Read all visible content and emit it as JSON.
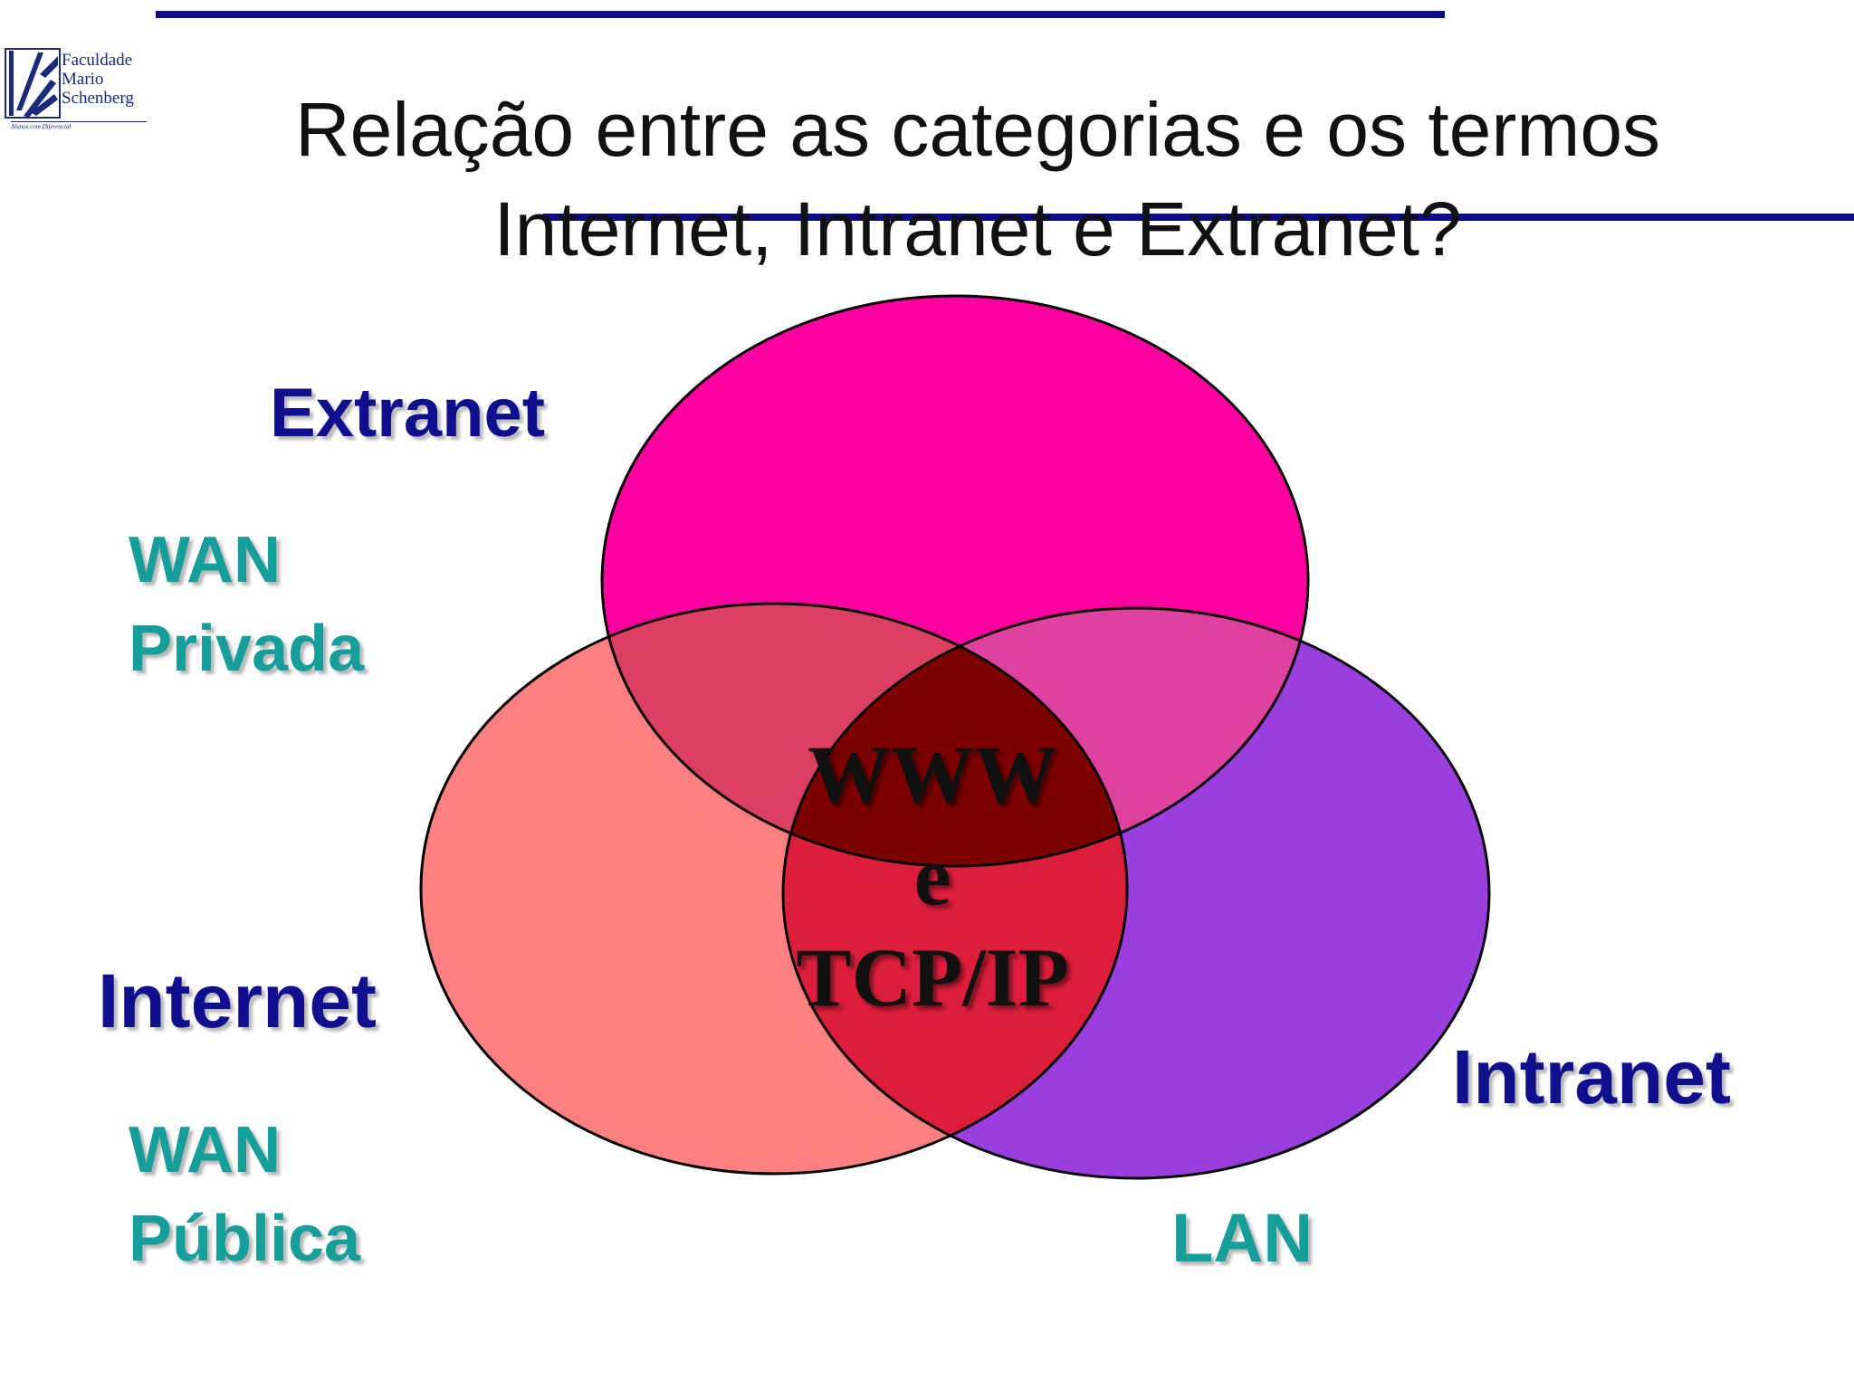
{
  "logo": {
    "lines": [
      "Faculdade",
      "Mario",
      "Schenberg"
    ],
    "tagline": "Alunos com Diferencial"
  },
  "title": {
    "line1": "Relação entre as categorias e os termos",
    "line2": "Internet, Intranet e Extranet?"
  },
  "labels": {
    "extranet": "Extranet",
    "wan_privada_1": "WAN",
    "wan_privada_2": "Privada",
    "internet": "Internet",
    "wan_publica_1": "WAN",
    "wan_publica_2": "Pública",
    "intranet": "Intranet",
    "lan": "LAN"
  },
  "center": {
    "line1": "WWW",
    "line2": "e",
    "line3": "TCP/IP"
  },
  "colors": {
    "extranet_circle": "#ff00a0",
    "internet_circle": "#ff8080",
    "intranet_circle": "#9b3ee0",
    "overlap_extranet_internet": "#dc4060",
    "overlap_extranet_intranet": "#e040a0",
    "overlap_internet_intranet": "#dc1e3c",
    "overlap_all": "#7d0000",
    "navy_label": "#10108f",
    "teal_label": "#169e9a"
  }
}
